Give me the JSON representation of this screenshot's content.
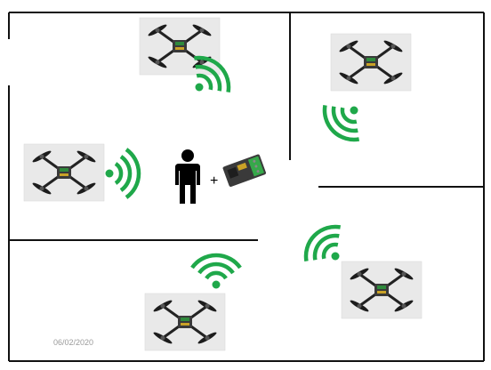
{
  "colors": {
    "wall": "#111111",
    "signal": "#1fa84a",
    "photo_bg": "#e9e9e9",
    "drone_body": "#222222",
    "drone_board": "#3a3a3a",
    "drone_accent": "#2f8a3c",
    "drone_rotor": "#1c1c1c",
    "person": "#000000",
    "module": "#3a3a3a",
    "module_accent": "#36a84a",
    "text_date": "#9a9a9a"
  },
  "diagram": {
    "date_label": "06/02/2020",
    "plus_symbol": "+",
    "drones": [
      {
        "id": "drone-top-center"
      },
      {
        "id": "drone-top-right"
      },
      {
        "id": "drone-left"
      },
      {
        "id": "drone-bottom-right"
      },
      {
        "id": "drone-bottom-center"
      }
    ],
    "signals": [
      {
        "id": "wifi-signal-1",
        "direction": "up-right"
      },
      {
        "id": "wifi-signal-2",
        "direction": "down-left"
      },
      {
        "id": "wifi-signal-3",
        "direction": "left"
      },
      {
        "id": "wifi-signal-4",
        "direction": "down-right"
      },
      {
        "id": "wifi-signal-5",
        "direction": "up"
      }
    ],
    "icons": [
      "person-icon",
      "sensor-module-icon"
    ]
  }
}
